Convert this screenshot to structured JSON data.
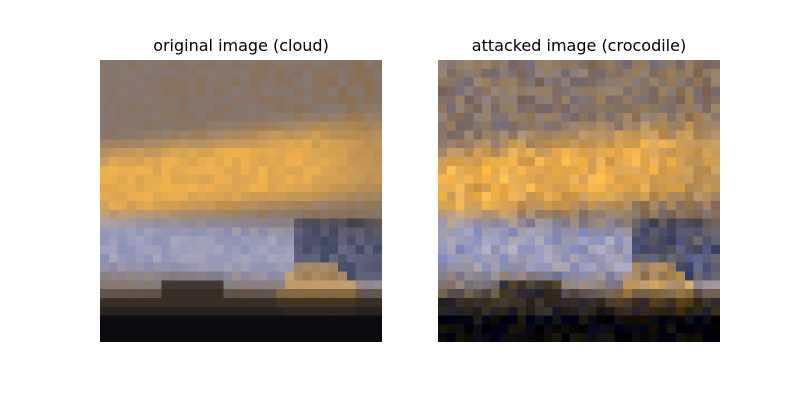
{
  "panels": [
    {
      "title": "original image (cloud)",
      "image_name": "cloud-sky-pixelated-image"
    },
    {
      "title": "attacked image (crocodile)",
      "image_name": "attacked-cloud-sky-pixelated-image"
    }
  ],
  "colors": {
    "background": "#ffffff",
    "sky_blue": "#8c95c2",
    "gold": "#f2b24c",
    "brown": "#8d6a44",
    "dark_ground": "#0b0a0e"
  }
}
